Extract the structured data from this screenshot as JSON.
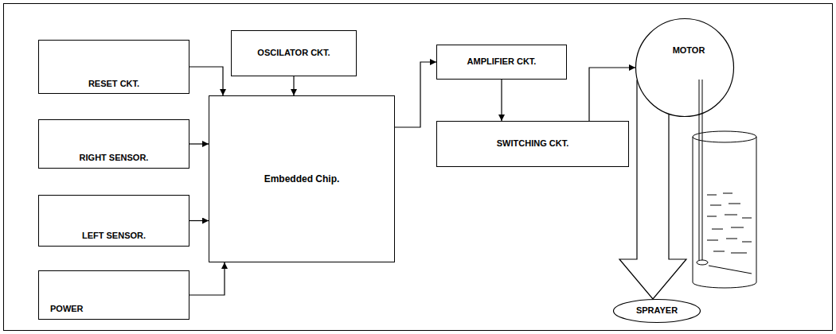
{
  "diagram": {
    "nodes": [
      {
        "text": [
          "RESET CKT."
        ]
      },
      {
        "text": [
          "OSCILATOR CKT."
        ]
      },
      {
        "text": [
          "RIGHT SENSOR."
        ]
      },
      {
        "text": [
          "LEFT SENSOR."
        ]
      },
      {
        "text": [
          "POWER"
        ]
      },
      {
        "text": [
          "Embedded Chip."
        ]
      },
      {
        "text": [
          "AMPLIFIER CKT."
        ]
      },
      {
        "text": [
          "SWITCHING CKT."
        ]
      },
      {
        "text": [
          "MOTOR"
        ]
      },
      {
        "text": [
          "SPRAYER"
        ]
      }
    ],
    "edges": [
      {
        "from": 0,
        "to": 5,
        "arrow": "to"
      },
      {
        "from": 1,
        "to": 5,
        "arrow": "to"
      },
      {
        "from": 2,
        "to": 5,
        "arrow": "to"
      },
      {
        "from": 3,
        "to": 5,
        "arrow": "to"
      },
      {
        "from": 4,
        "to": 5,
        "arrow": "to"
      },
      {
        "from": 5,
        "to": 6,
        "arrow": "to"
      },
      {
        "from": 6,
        "to": 7,
        "arrow": "to"
      },
      {
        "from": 7,
        "to": 8,
        "arrow": "to"
      },
      {
        "from": 8,
        "to": 9,
        "arrow": "to"
      }
    ]
  }
}
